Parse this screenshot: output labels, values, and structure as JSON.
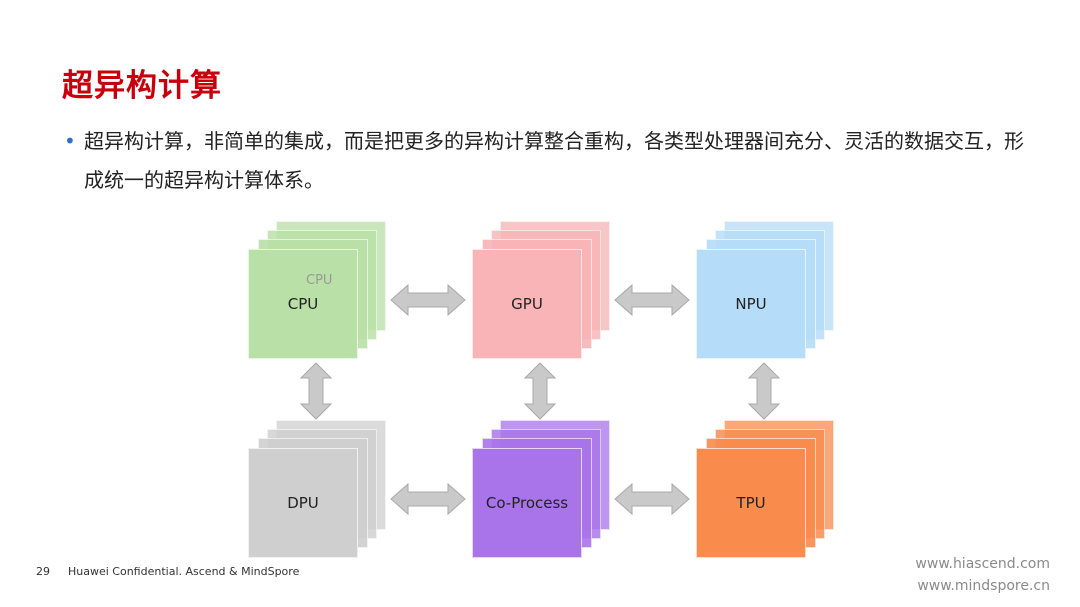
{
  "title": "超异构计算",
  "bullet": "超异构计算，非简单的集成，而是把更多的异构计算整合重构，各类型处理器间充分、灵活的数据交互，形成统一的超异构计算体系。",
  "diagram": {
    "cpu": {
      "label": "CPU",
      "ghost": "CPU",
      "color": "#b9e0a6"
    },
    "gpu": {
      "label": "GPU",
      "color": "#f8b4b6"
    },
    "npu": {
      "label": "NPU",
      "color": "#b5dcf8"
    },
    "dpu": {
      "label": "DPU",
      "color": "#cfcfcf"
    },
    "coproc": {
      "label": "Co-Process",
      "color": "#a974ea"
    },
    "tpu": {
      "label": "TPU",
      "color": "#f98b4d"
    }
  },
  "footer": {
    "page_number": "29",
    "confidential": "Huawei Confidential. Ascend & MindSpore",
    "site1": "www.hiascend.com",
    "site2": "www.mindspore.cn"
  }
}
